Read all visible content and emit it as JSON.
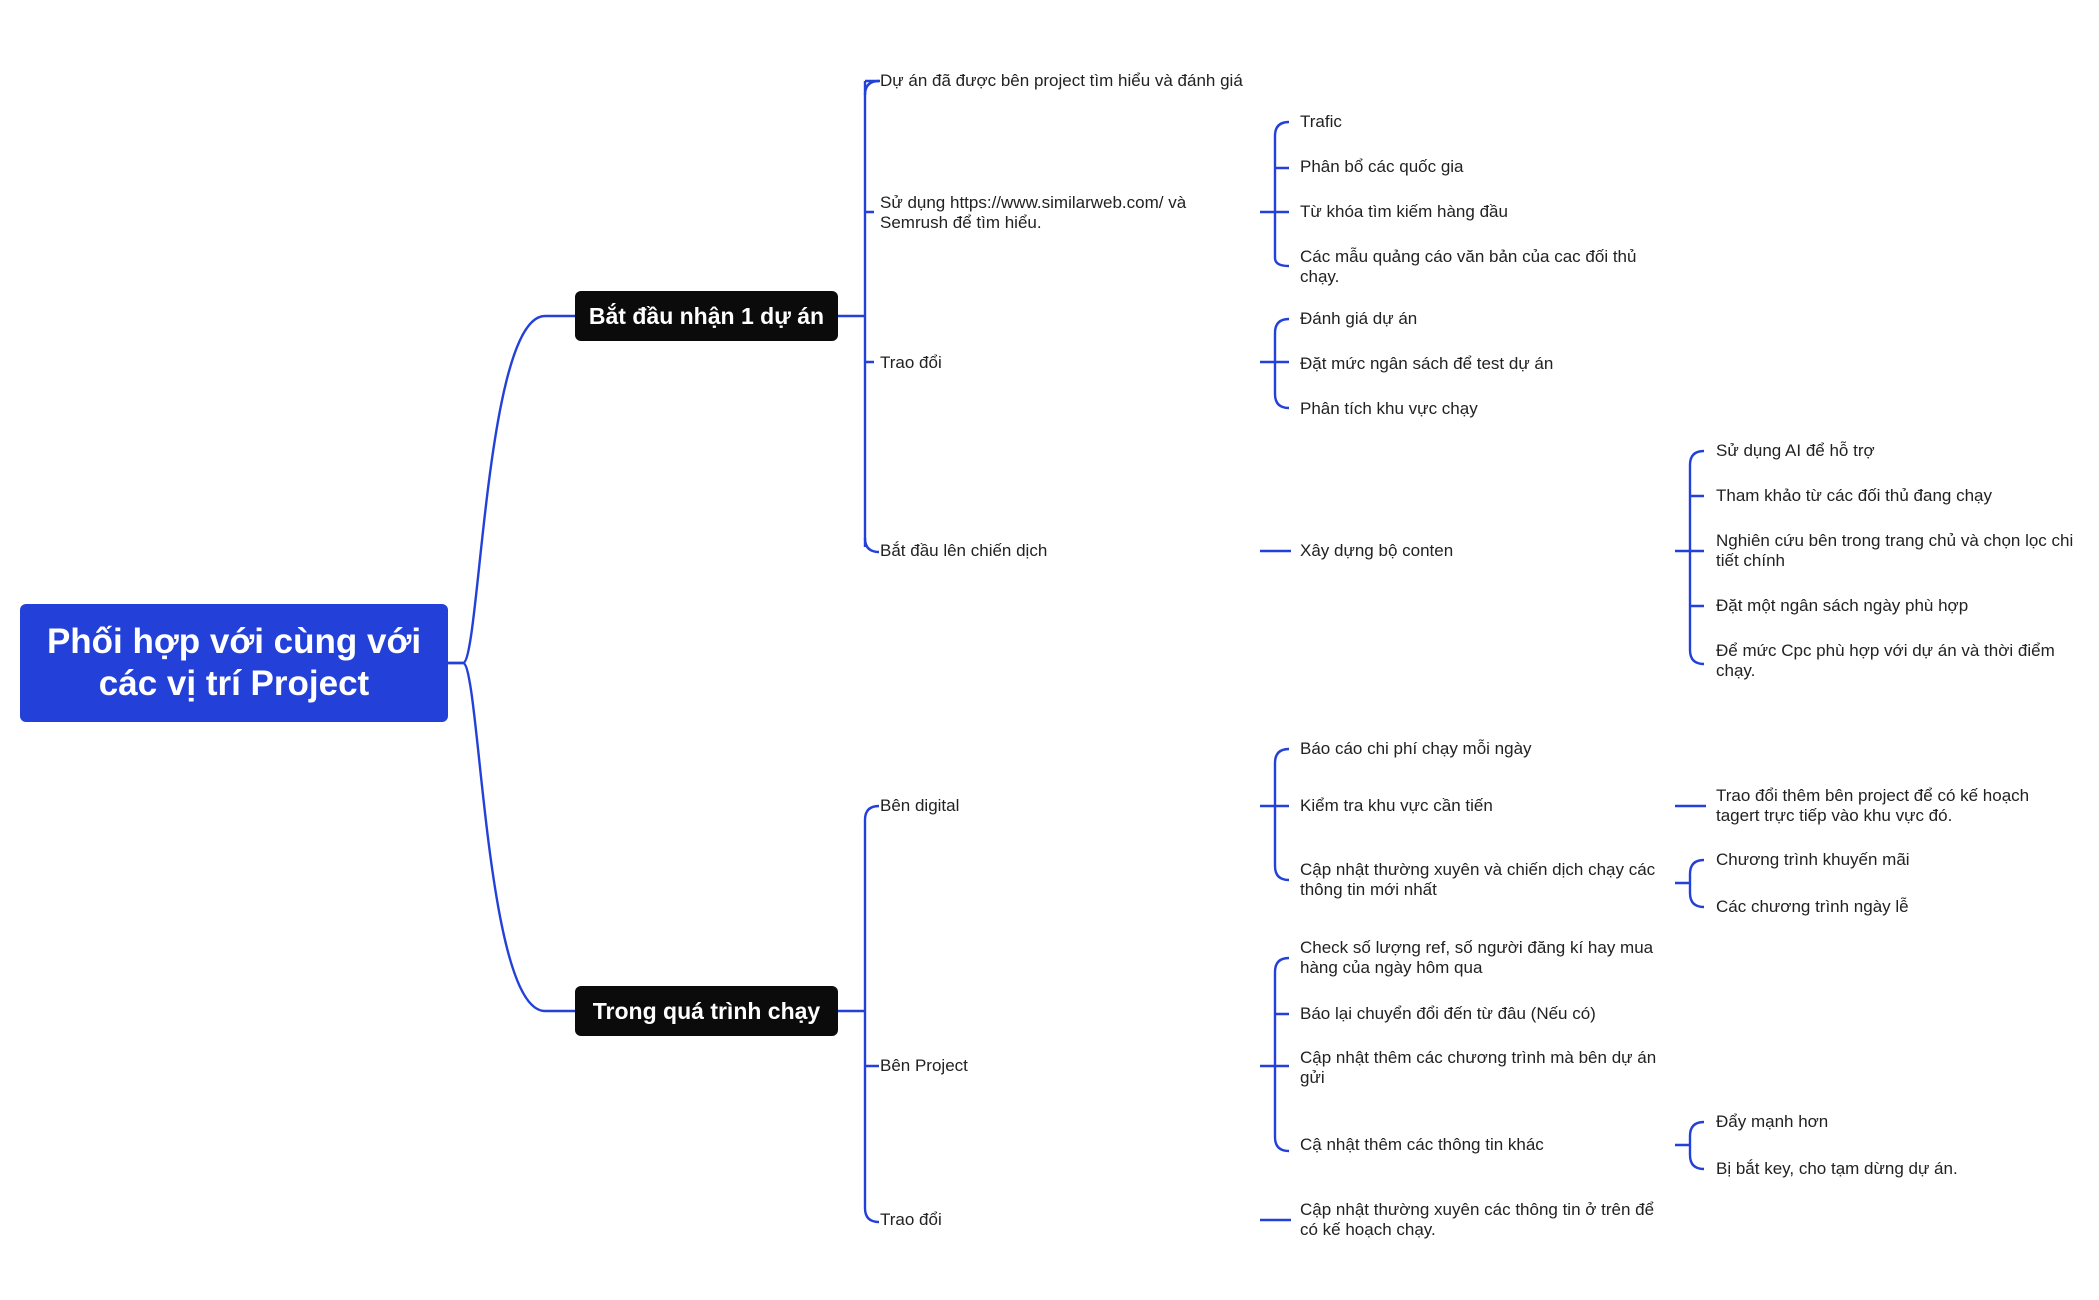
{
  "colors": {
    "root_bg": "#2341d9",
    "branch_bg": "#0b0b0b",
    "line": "#2341d9"
  },
  "root": {
    "line1": "Phối hợp với cùng với",
    "line2": "các vị trí Project"
  },
  "branches": {
    "b1": {
      "label": "Bắt đầu nhận 1 dự án"
    },
    "b2": {
      "label": "Trong quá trình chạy"
    }
  },
  "nodes": {
    "n1": "Dự án đã được bên project tìm hiểu và đánh giá",
    "n2": "Sử dụng https://www.similarweb.com/ và\nSemrush để tìm hiểu.",
    "n2a": "Trafic",
    "n2b": "Phân bổ các quốc gia",
    "n2c": "Từ khóa tìm kiếm hàng đầu",
    "n2d": "Các mẫu quảng cáo văn bản của cac đối thủ\nchạy.",
    "n3": "Trao đổi",
    "n3a": "Đánh giá dự án",
    "n3b": "Đặt mức ngân sách để test dự án",
    "n3c": "Phân tích khu vực chạy",
    "n4": "Bắt đầu lên chiến dịch",
    "n4a": "Xây dựng bộ conten",
    "n4a1": "Sử dụng AI để hỗ trợ",
    "n4a2": "Tham khảo từ các đối thủ đang chạy",
    "n4a3": "Nghiên cứu bên trong trang chủ và chọn lọc chi\ntiết chính",
    "n4a4": "Đặt một ngân sách ngày phù hợp",
    "n4a5": "Để mức Cpc phù hợp với dự án và thời điểm\nchạy.",
    "m1": "Bên digital",
    "m1a": "Báo cáo chi phí chạy mỗi ngày",
    "m1b": "Kiểm tra khu vực cần tiến",
    "m1b1": "Trao đổi thêm bên project để có kế hoạch\ntagert trực tiếp vào khu vực đó.",
    "m1c": "Cập nhật thường xuyên và chiến dịch chạy các\nthông tin mới nhất",
    "m1c1": "Chương trình khuyến mãi",
    "m1c2": "Các chương trình ngày lễ",
    "m2": "Bên Project",
    "m2a": "Check số lượng ref, số người đăng kí hay mua\nhàng của ngày hôm qua",
    "m2b": "Báo lại chuyển đổi đến từ đâu (Nếu có)",
    "m2c": "Cập nhật thêm các chương trình mà bên dự án\ngửi",
    "m2d": "Cậ nhật thêm các thông tin khác",
    "m2d1": "Đẩy mạnh hơn",
    "m2d2": "Bị bắt key, cho tạm dừng dự án.",
    "m3": "Trao đổi",
    "m3a": "Cập nhật thường xuyên các thông tin ở trên để\ncó kế hoạch chạy."
  }
}
